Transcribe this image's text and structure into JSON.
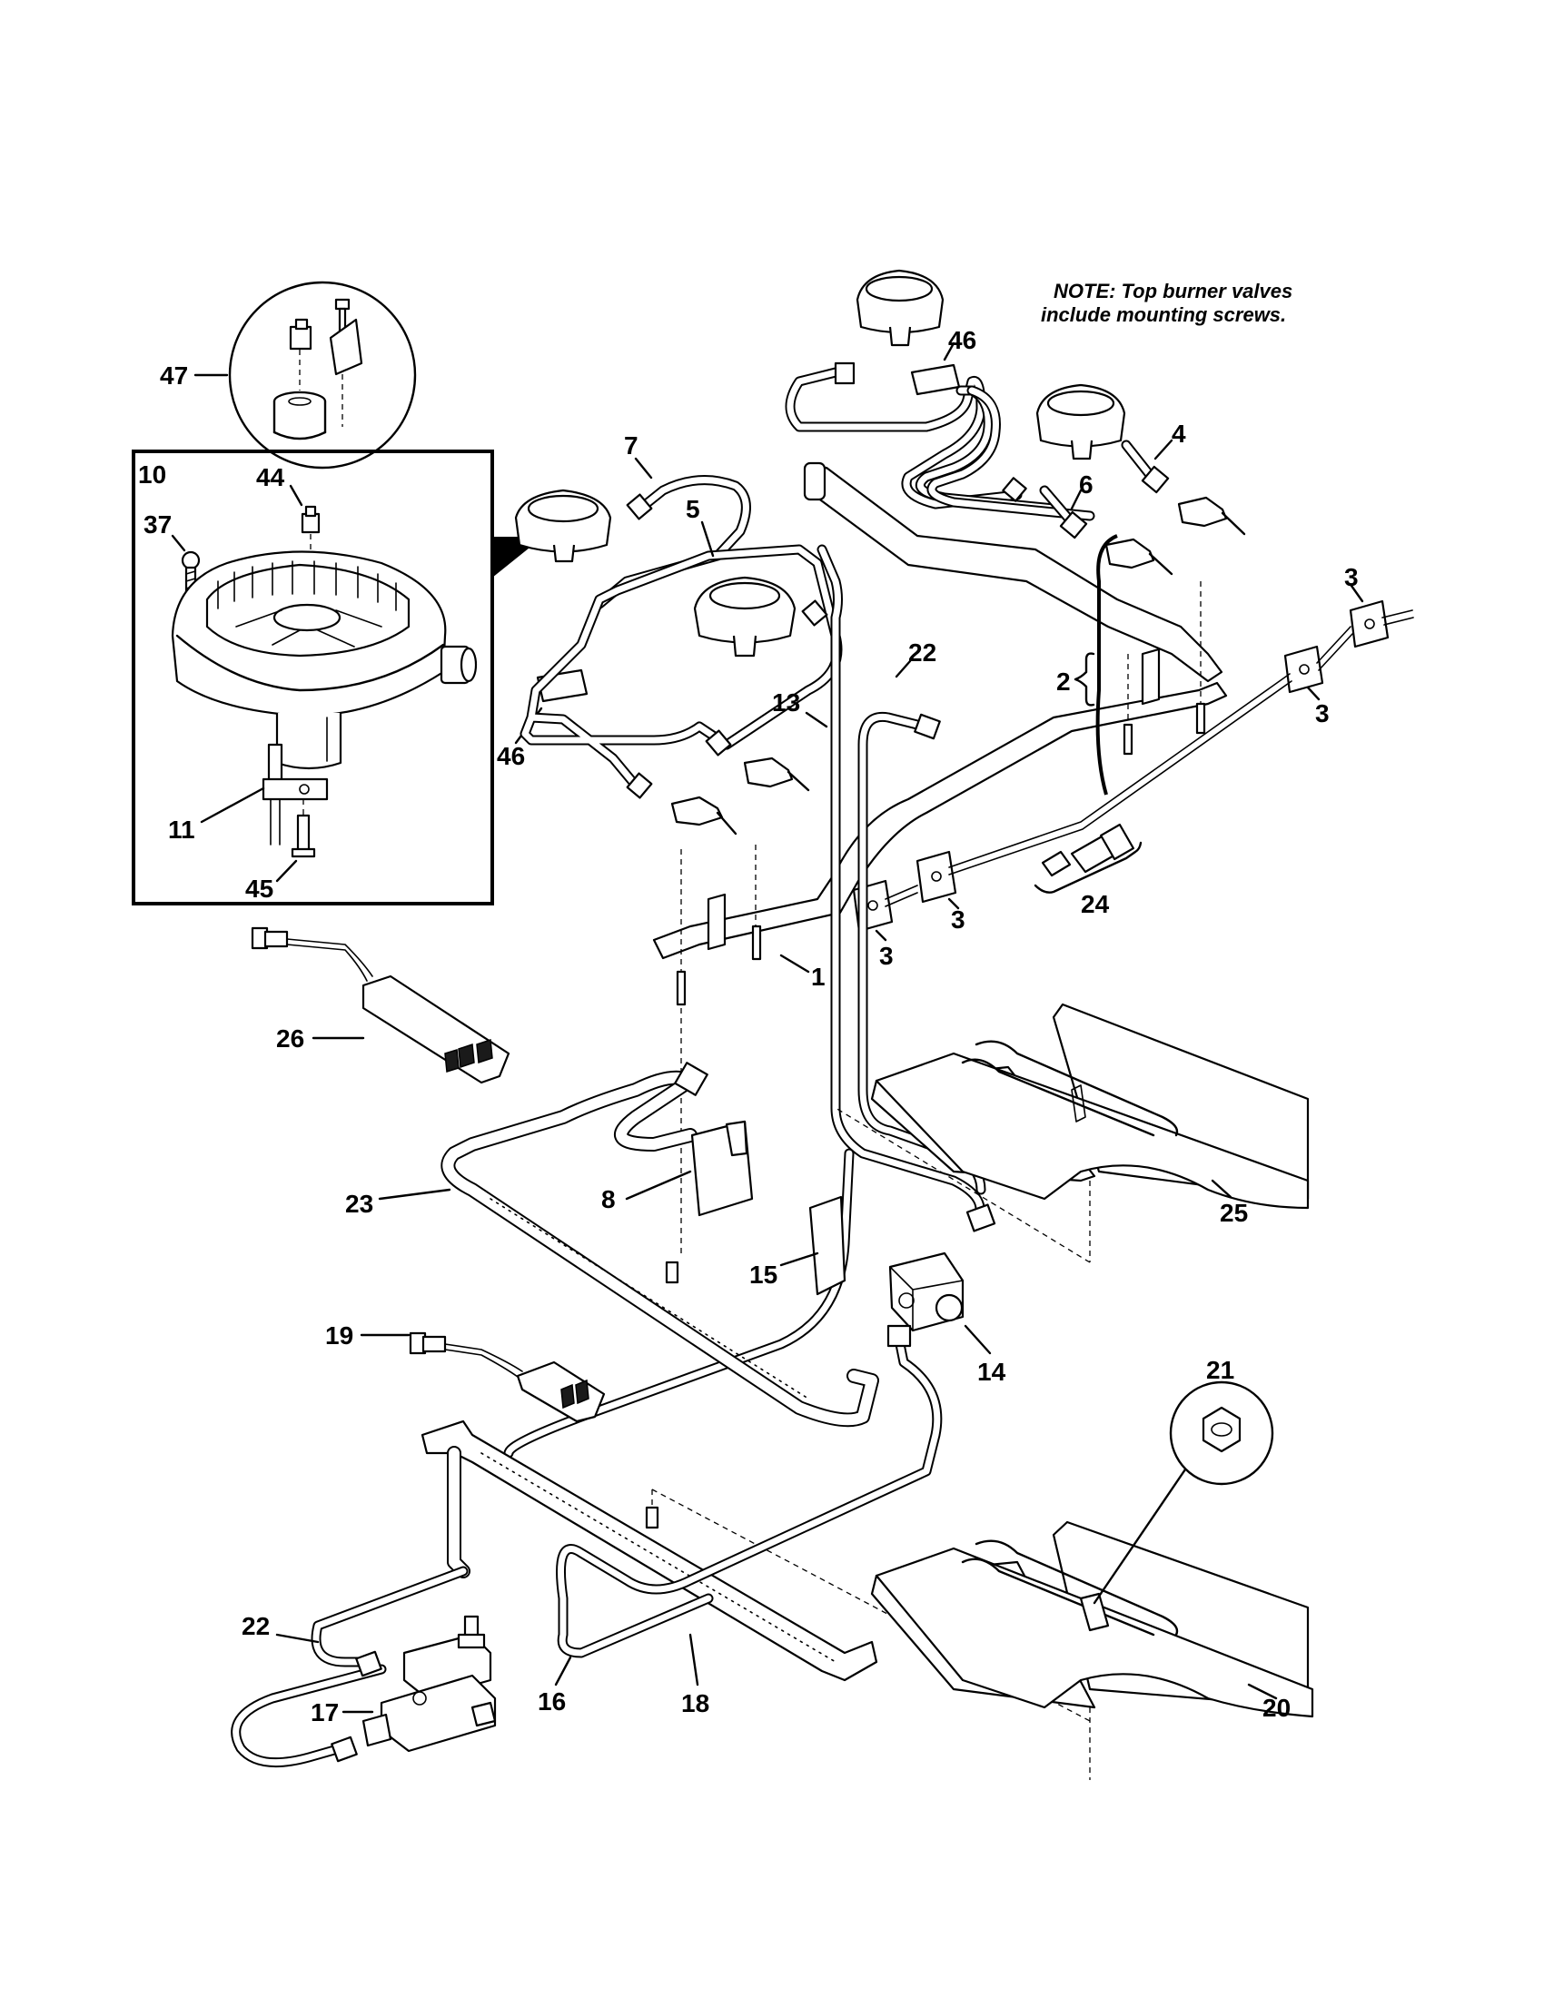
{
  "note": {
    "line1": "NOTE: Top burner valves",
    "line2": "include mounting screws."
  },
  "inset_label": "10",
  "callouts": {
    "c47": "47",
    "c44": "44",
    "c37": "37",
    "c11": "11",
    "c45": "45",
    "c7": "7",
    "c5": "5",
    "c46a": "46",
    "c46b": "46",
    "c4": "4",
    "c6": "6",
    "c3a": "3",
    "c3b": "3",
    "c3c": "3",
    "c3d": "3",
    "c2": "2",
    "c22a": "22",
    "c13": "13",
    "c1": "1",
    "c24": "24",
    "c26": "26",
    "c23": "23",
    "c8": "8",
    "c15": "15",
    "c14": "14",
    "c25": "25",
    "c19": "19",
    "c21": "21",
    "c20": "20",
    "c22b": "22",
    "c17": "17",
    "c16": "16",
    "c18": "18"
  }
}
